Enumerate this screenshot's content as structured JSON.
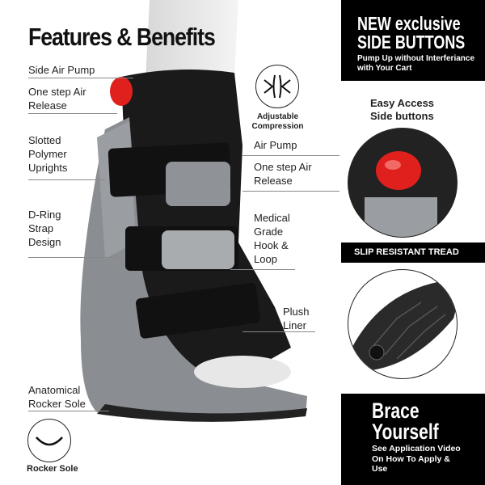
{
  "title": "Features & Benefits",
  "left_labels": [
    {
      "text": "Side Air Pump"
    },
    {
      "text": "One step Air Release"
    },
    {
      "text": "Slotted Polymer Uprights"
    },
    {
      "text": "D-Ring Strap Design"
    },
    {
      "text": "Anatomical Rocker Sole"
    }
  ],
  "rocker_icon": {
    "icon": "rocker-sole-curve-icon",
    "label": "Rocker Sole"
  },
  "compression_icon": {
    "icon": "compression-arrows-icon",
    "label": "Adjustable Compression"
  },
  "right_labels": [
    {
      "text": "Air Pump"
    },
    {
      "text": "One step Air Release"
    },
    {
      "text": "Medical Grade Hook & Loop"
    },
    {
      "text": "Plush Liner"
    }
  ],
  "promo_top": {
    "headline_1": "NEW exclusive",
    "headline_2": "SIDE BUTTONS",
    "sub": "Pump Up without Interferiance with Your Cart"
  },
  "easy_access": "Easy Access Side buttons",
  "tread_banner": "SLIP RESISTANT TREAD",
  "promo_bottom": {
    "headline_1": "Brace",
    "headline_2": "Yourself",
    "sub": "See Application Video On How To Apply & Use"
  },
  "colors": {
    "button_red": "#e0201c",
    "boot_black": "#1a1a1a",
    "shell_gray": "#8a8d92",
    "banner": "#000000"
  }
}
